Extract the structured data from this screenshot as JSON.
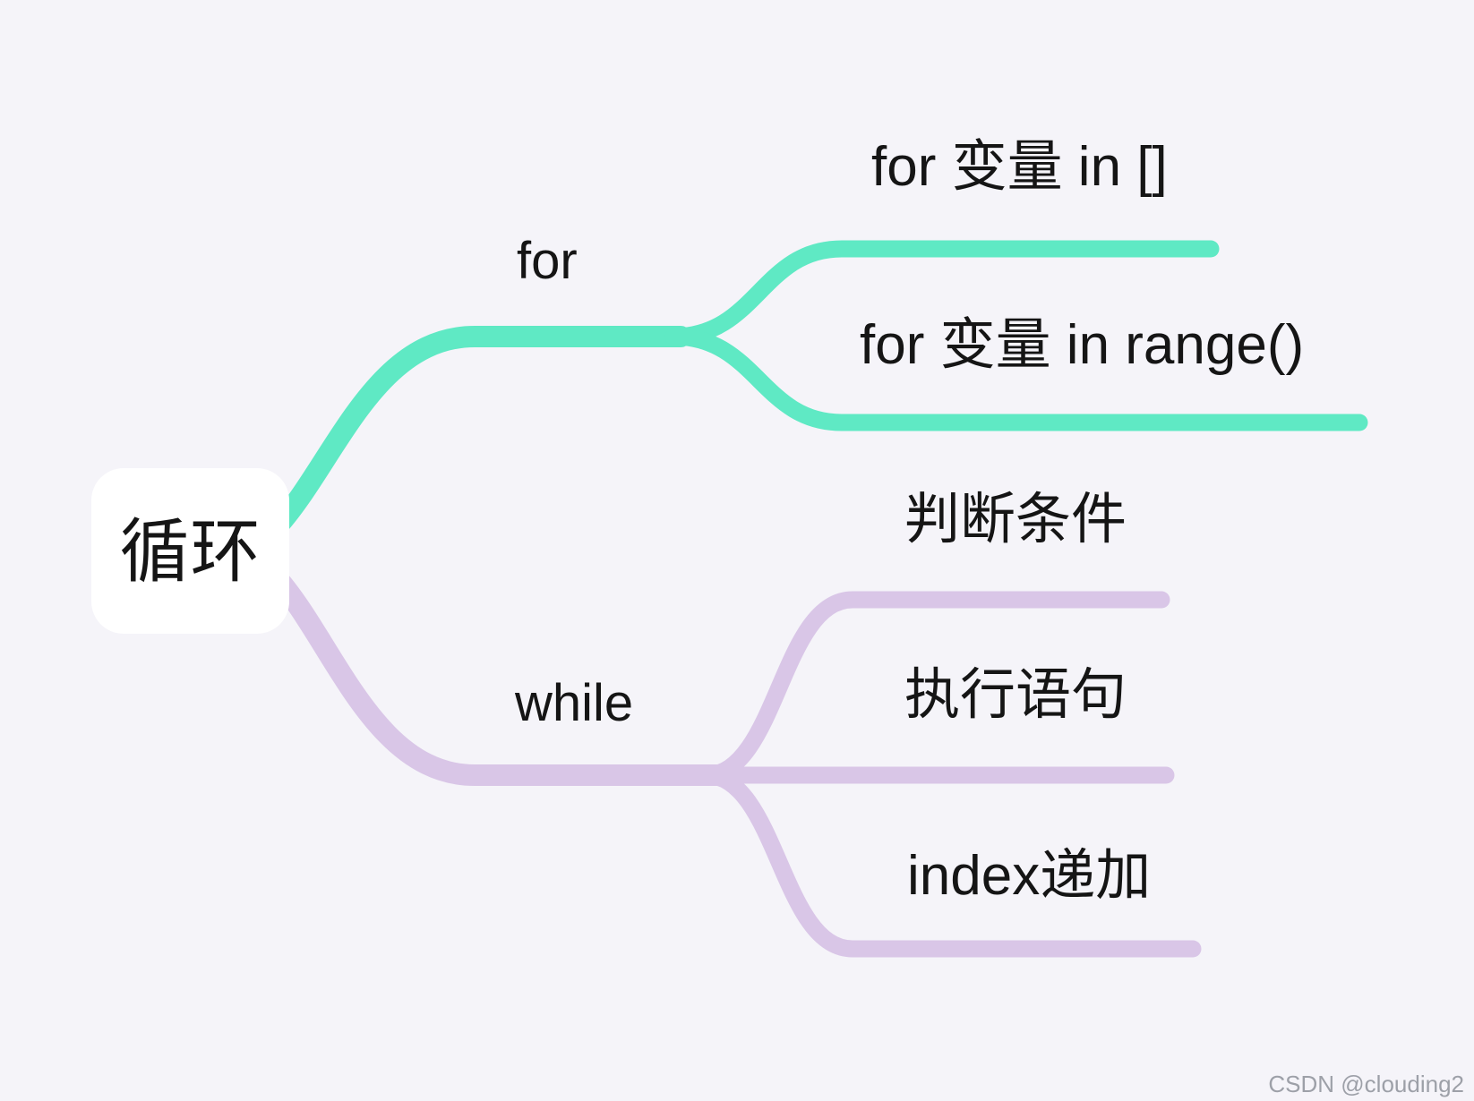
{
  "root": {
    "label": "循环"
  },
  "branches": [
    {
      "label": "for",
      "color": "#5fe9c4",
      "children": [
        {
          "label": "for 变量 in []"
        },
        {
          "label": "for 变量 in range()"
        }
      ]
    },
    {
      "label": "while",
      "color": "#d9c6e7",
      "children": [
        {
          "label": "判断条件"
        },
        {
          "label": "执行语句"
        },
        {
          "label": "index递加"
        }
      ]
    }
  ],
  "watermark": "CSDN @clouding2",
  "colors": {
    "background": "#f5f4f9",
    "root_box": "#ffffff",
    "text": "#151515",
    "teal": "#5fe9c4",
    "purple": "#d9c6e7",
    "watermark_gray": "#9da0a8"
  }
}
